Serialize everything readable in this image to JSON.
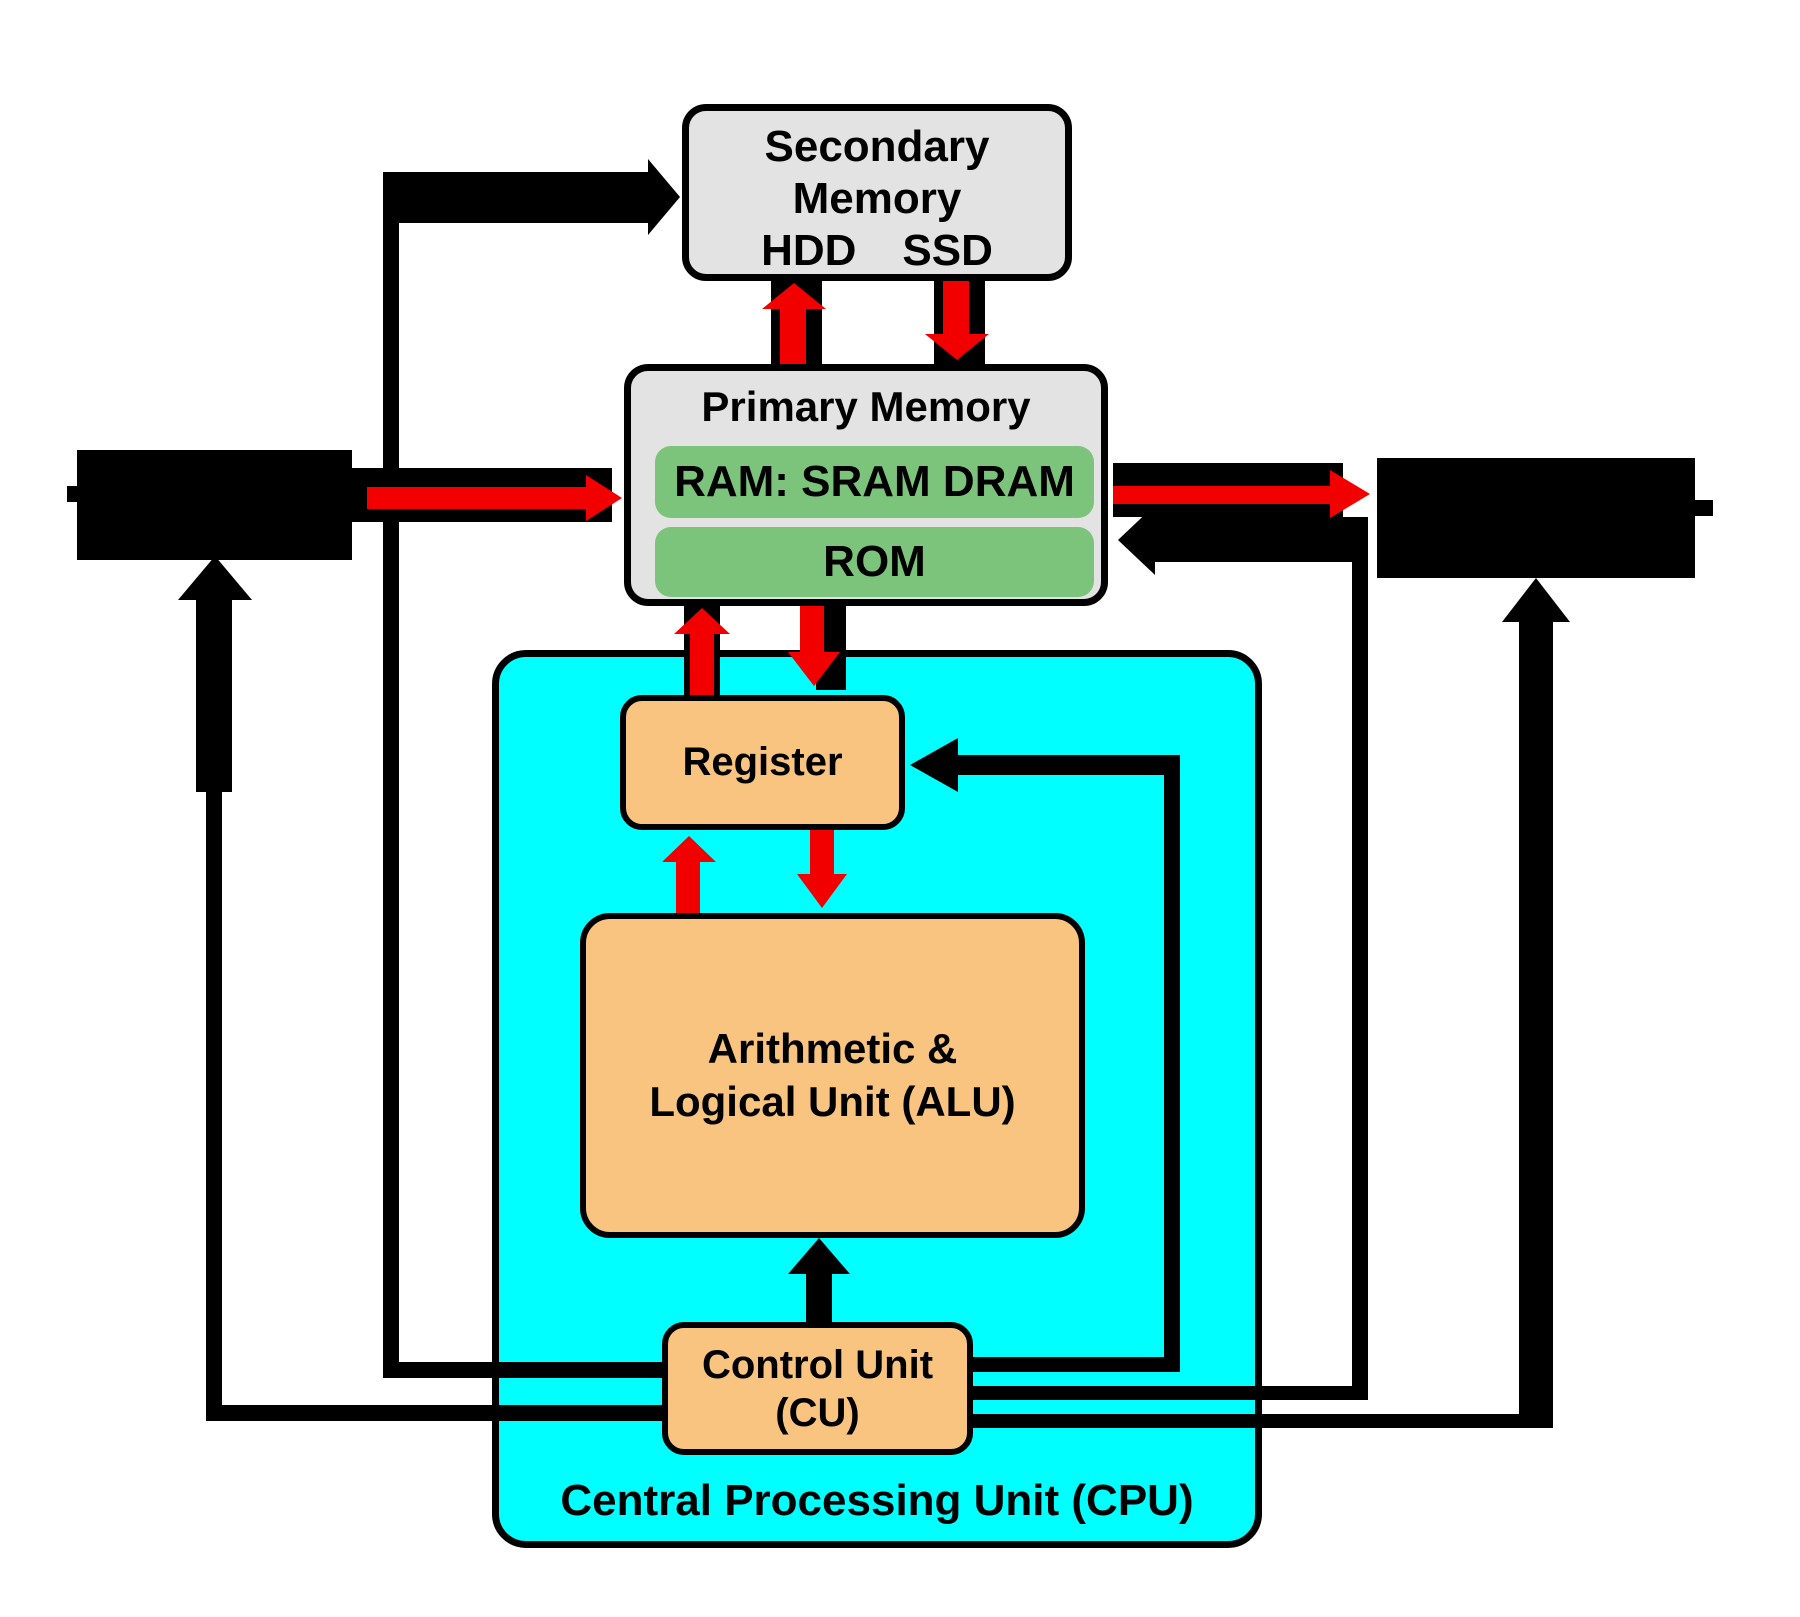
{
  "diagram": {
    "title_implicit": "Computer organization block diagram",
    "boxes": {
      "secondary_memory": {
        "title": "Secondary Memory",
        "hdd": "HDD",
        "ssd": "SSD"
      },
      "primary_memory": {
        "title": "Primary Memory",
        "ram": "RAM: SRAM DRAM",
        "rom": "ROM"
      },
      "cpu": {
        "label": "Central Processing Unit (CPU)"
      },
      "register": {
        "label": "Register"
      },
      "alu": {
        "line1": "Arithmetic &",
        "line2": "Logical Unit (ALU)"
      },
      "control_unit": {
        "line1": "Control Unit",
        "line2": "(CU)"
      }
    },
    "arrows": [
      {
        "name": "input-device-to-primary-memory",
        "color": "red-on-black",
        "direction": "right"
      },
      {
        "name": "primary-memory-to-output-device",
        "color": "red-on-black",
        "direction": "right"
      },
      {
        "name": "control-to-primary-memory",
        "color": "black",
        "direction": "left"
      },
      {
        "name": "primary-to-secondary-memory",
        "color": "red-on-black",
        "direction": "up"
      },
      {
        "name": "secondary-to-primary-memory",
        "color": "red-on-black",
        "direction": "down"
      },
      {
        "name": "primary-memory-to-register",
        "color": "red-on-black",
        "direction": "down"
      },
      {
        "name": "register-to-primary-memory",
        "color": "red-on-black",
        "direction": "up"
      },
      {
        "name": "register-to-alu",
        "color": "red",
        "direction": "down"
      },
      {
        "name": "alu-to-register",
        "color": "red",
        "direction": "up"
      },
      {
        "name": "control-unit-to-alu",
        "color": "black",
        "direction": "up"
      },
      {
        "name": "control-unit-to-register",
        "color": "black",
        "direction": "left"
      },
      {
        "name": "control-unit-to-secondary-memory",
        "color": "black",
        "direction": "right"
      },
      {
        "name": "control-unit-to-input-device",
        "color": "black",
        "direction": "up"
      },
      {
        "name": "control-unit-to-output-device",
        "color": "black",
        "direction": "up"
      }
    ],
    "colors": {
      "cyan": "#00FFFF",
      "orange": "#F8C480",
      "green": "#7CC47C",
      "gray": "#E3E3E3",
      "red": "#F20000",
      "black": "#000000",
      "background": "#FFFFFF"
    }
  }
}
